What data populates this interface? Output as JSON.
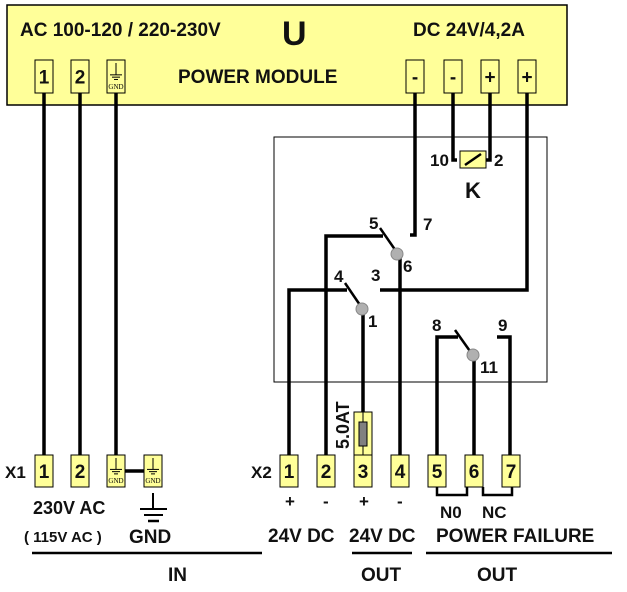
{
  "power_module": {
    "input_rating": "AC 100-120 / 220-230V",
    "designator": "U",
    "name": "POWER MODULE",
    "output_rating": "DC 24V/4,2A",
    "input_terminals": [
      "1",
      "2",
      "GND"
    ],
    "output_terminals": [
      "-",
      "-",
      "+",
      "+"
    ]
  },
  "relay": {
    "designator": "K",
    "coil_pins": [
      "10",
      "2"
    ],
    "contact_labels": {
      "c5": "5",
      "c6": "6",
      "c7": "7",
      "c4": "4",
      "c1": "1",
      "c3": "3",
      "c8": "8",
      "c9": "9",
      "c11": "11"
    }
  },
  "fuse": {
    "rating": "5.0AT"
  },
  "connector_x1": {
    "label": "X1",
    "terminals": [
      "1",
      "2",
      "GND",
      "GND"
    ],
    "voltage_label": "230V AC",
    "alt_voltage_label": "( 115V AC )",
    "ground_label": "GND",
    "section_label": "IN"
  },
  "connector_x2": {
    "label": "X2",
    "terminals": [
      "1",
      "2",
      "3",
      "4",
      "5",
      "6",
      "7"
    ],
    "polarity": [
      "+",
      "-",
      "+",
      "-"
    ],
    "contact_types": [
      "N0",
      "NC"
    ],
    "group_labels": [
      "24V DC",
      "24V DC",
      "POWER FAILURE"
    ],
    "section_labels": [
      "OUT",
      "OUT"
    ]
  },
  "colors": {
    "module_fill": "#ffff99",
    "terminal_fill": "#ffff99",
    "wire": "#000000",
    "pivot": "#b0b0b0",
    "fuse_body": "#808080"
  }
}
